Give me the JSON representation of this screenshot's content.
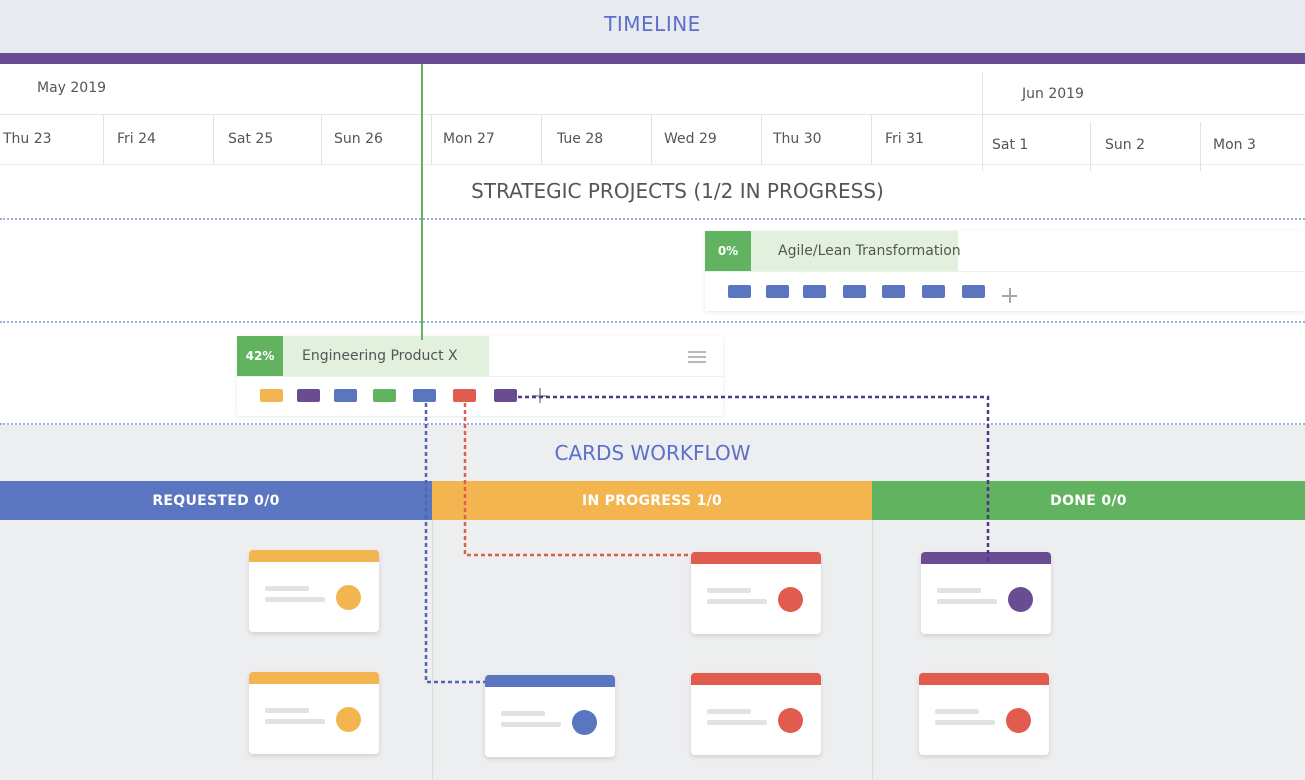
{
  "header": {
    "title": "TIMELINE"
  },
  "timeline": {
    "months": [
      "May 2019",
      "Jun 2019"
    ],
    "days": [
      "Thu 23",
      "Fri 24",
      "Sat 25",
      "Sun 26",
      "Mon 27",
      "Tue 28",
      "Wed 29",
      "Thu 30",
      "Fri 31",
      "Sat 1",
      "Sun 2",
      "Mon 3"
    ]
  },
  "strategic": {
    "title": "STRATEGIC PROJECTS (1/2 IN PROGRESS)"
  },
  "projects": [
    {
      "name": "Agile/Lean Transformation",
      "progress": "0%",
      "progress_value": 0
    },
    {
      "name": "Engineering Product X",
      "progress": "42%",
      "progress_value": 42
    }
  ],
  "workflow": {
    "title": "CARDS WORKFLOW",
    "columns": [
      {
        "label": "REQUESTED 0/0",
        "color": "#5b76c0"
      },
      {
        "label": "IN PROGRESS 1/0",
        "color": "#f3b550"
      },
      {
        "label": "DONE 0/0",
        "color": "#62b35f"
      }
    ]
  },
  "colors": {
    "accent": "#5b6fcb",
    "purple": "#6a4c93",
    "blue": "#5b76c0",
    "orange": "#f3b550",
    "green": "#62b35f",
    "red": "#e15b4f"
  }
}
